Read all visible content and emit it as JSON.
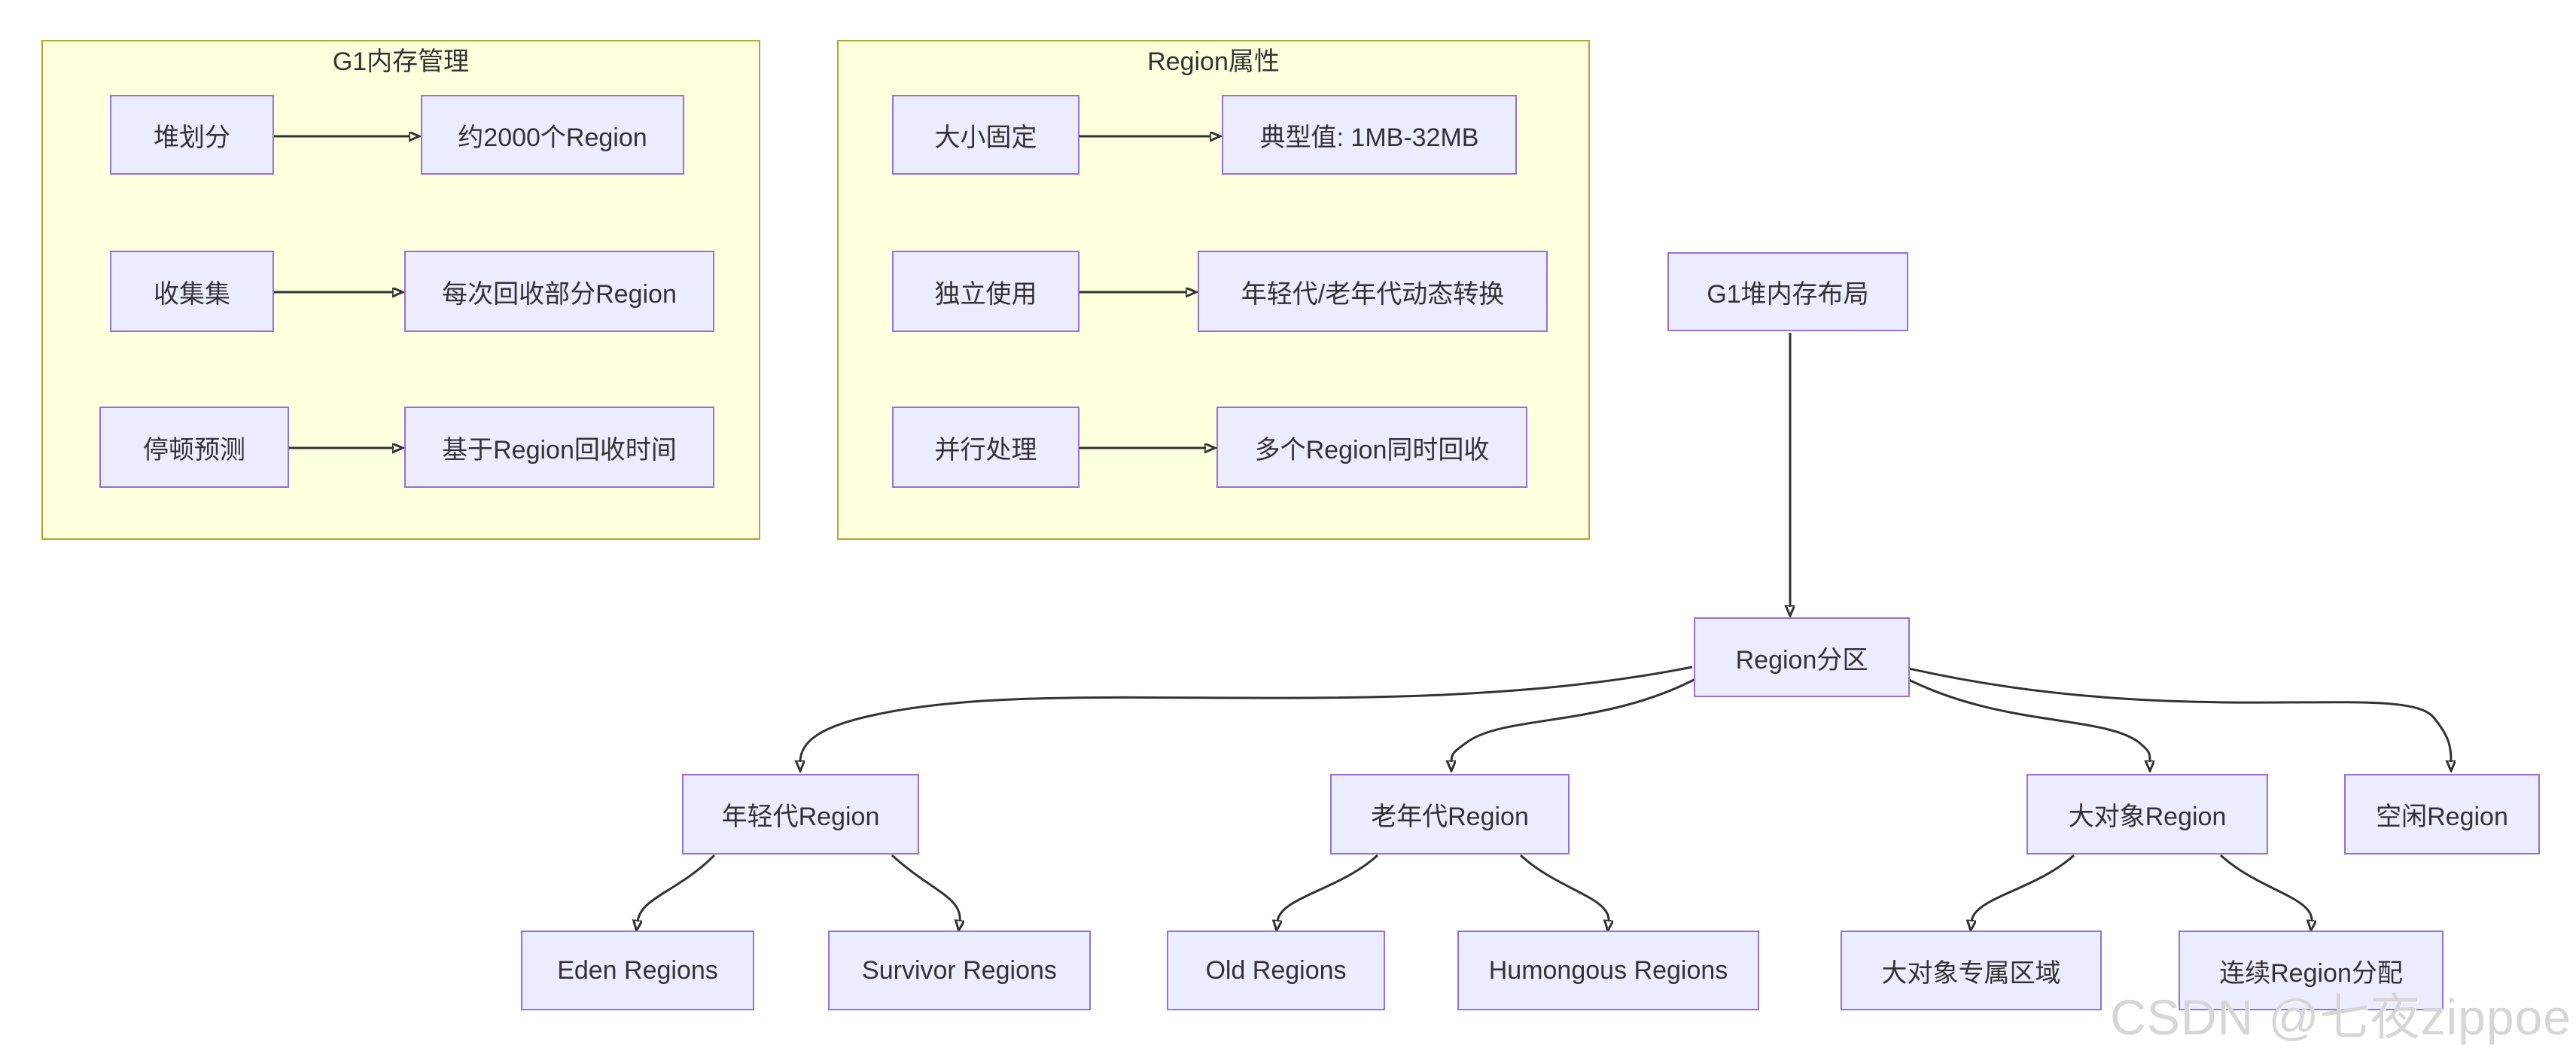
{
  "clusters": [
    {
      "title": "G1内存管理"
    },
    {
      "title": "Region属性"
    }
  ],
  "nodes": {
    "heap_division": "堆划分",
    "region_count": "约2000个Region",
    "cset": "收集集",
    "partial_collect": "每次回收部分Region",
    "pause_predict": "停顿预测",
    "region_time": "基于Region回收时间",
    "fixed_size": "大小固定",
    "typical_value": "典型值: 1MB-32MB",
    "independent_use": "独立使用",
    "dynamic_convert": "年轻代/老年代动态转换",
    "parallel": "并行处理",
    "multi_collect": "多个Region同时回收",
    "heap_layout": "G1堆内存布局",
    "region_partition": "Region分区",
    "young": "年轻代Region",
    "old_gen": "老年代Region",
    "big_obj": "大对象Region",
    "free": "空闲Region",
    "eden": "Eden Regions",
    "survivor": "Survivor Regions",
    "old_regions": "Old Regions",
    "humongous": "Humongous Regions",
    "big_obj_area": "大对象专属区域",
    "contiguous": "连续Region分配"
  },
  "edges": [
    {
      "from": "heap_division",
      "to": "region_count"
    },
    {
      "from": "cset",
      "to": "partial_collect"
    },
    {
      "from": "pause_predict",
      "to": "region_time"
    },
    {
      "from": "fixed_size",
      "to": "typical_value"
    },
    {
      "from": "independent_use",
      "to": "dynamic_convert"
    },
    {
      "from": "parallel",
      "to": "multi_collect"
    },
    {
      "from": "heap_layout",
      "to": "region_partition"
    },
    {
      "from": "region_partition",
      "to": "young"
    },
    {
      "from": "region_partition",
      "to": "old_gen"
    },
    {
      "from": "region_partition",
      "to": "big_obj"
    },
    {
      "from": "region_partition",
      "to": "free"
    },
    {
      "from": "young",
      "to": "eden"
    },
    {
      "from": "young",
      "to": "survivor"
    },
    {
      "from": "old_gen",
      "to": "old_regions"
    },
    {
      "from": "old_gen",
      "to": "humongous"
    },
    {
      "from": "big_obj",
      "to": "big_obj_area"
    },
    {
      "from": "big_obj",
      "to": "contiguous"
    }
  ],
  "watermark": "CSDN @七夜zippoe",
  "colors": {
    "node_fill": "#ECECFF",
    "node_border": "#9370DB",
    "cluster_fill": "#FFFFDE",
    "cluster_border": "#AAAA33",
    "edge": "#333333",
    "text": "#333333",
    "watermark": "#D6D6D6"
  }
}
